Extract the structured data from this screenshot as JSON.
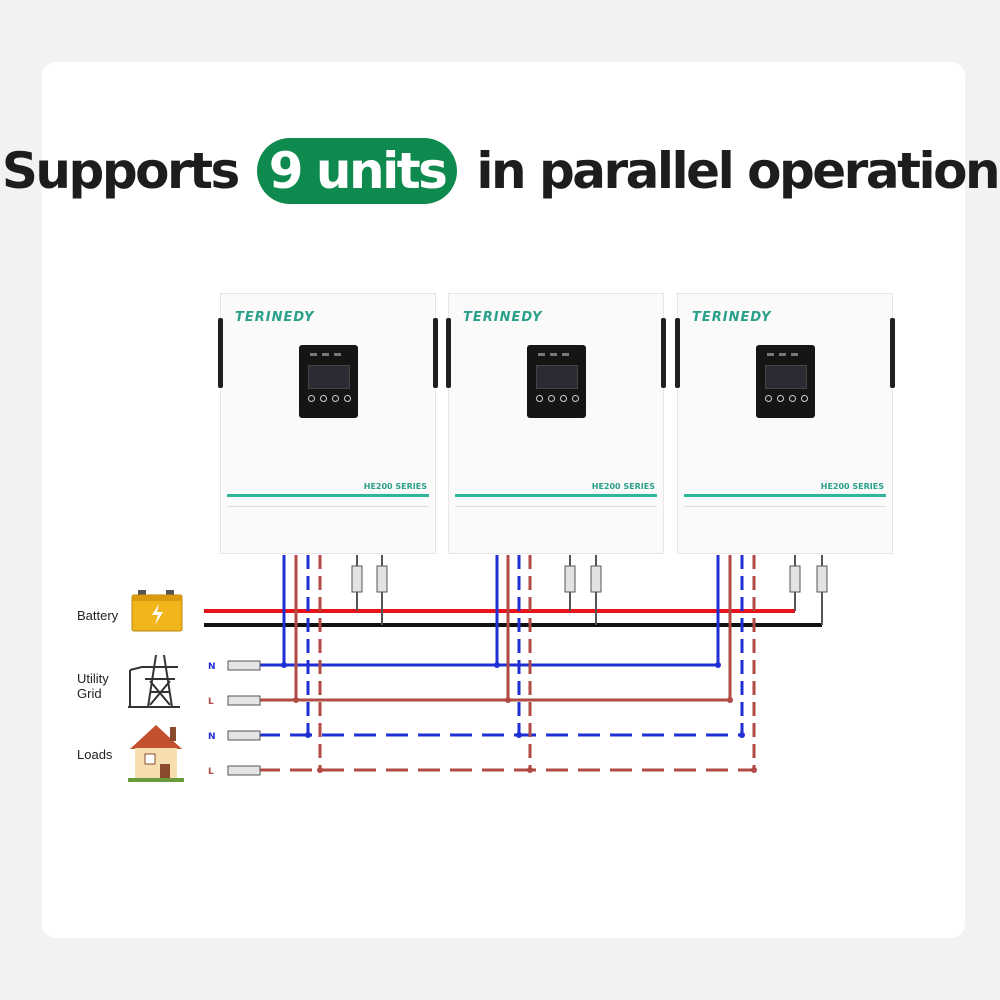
{
  "headline": {
    "prefix": "Supports",
    "highlight": "9 units",
    "suffix": "in parallel operation"
  },
  "inverters": [
    {
      "brand": "TERINEDY",
      "series": "HE200 SERIES"
    },
    {
      "brand": "TERINEDY",
      "series": "HE200 SERIES"
    },
    {
      "brand": "TERINEDY",
      "series": "HE200 SERIES"
    }
  ],
  "legend": {
    "battery": "Battery",
    "utility_grid_line1": "Utility",
    "utility_grid_line2": "Grid",
    "loads": "Loads"
  },
  "terminals": {
    "grid_n": "N",
    "grid_l": "L",
    "load_n": "N",
    "load_l": "L"
  },
  "colors": {
    "accent_green": "#0f8a4e",
    "brand_teal": "#2aa08a",
    "battery_positive": "#e8141c",
    "battery_negative": "#111111",
    "neutral_blue": "#1f2fd6",
    "line_brown": "#b04a42"
  },
  "icons": {
    "battery": "battery-icon",
    "grid": "power-tower-icon",
    "loads": "house-icon"
  }
}
